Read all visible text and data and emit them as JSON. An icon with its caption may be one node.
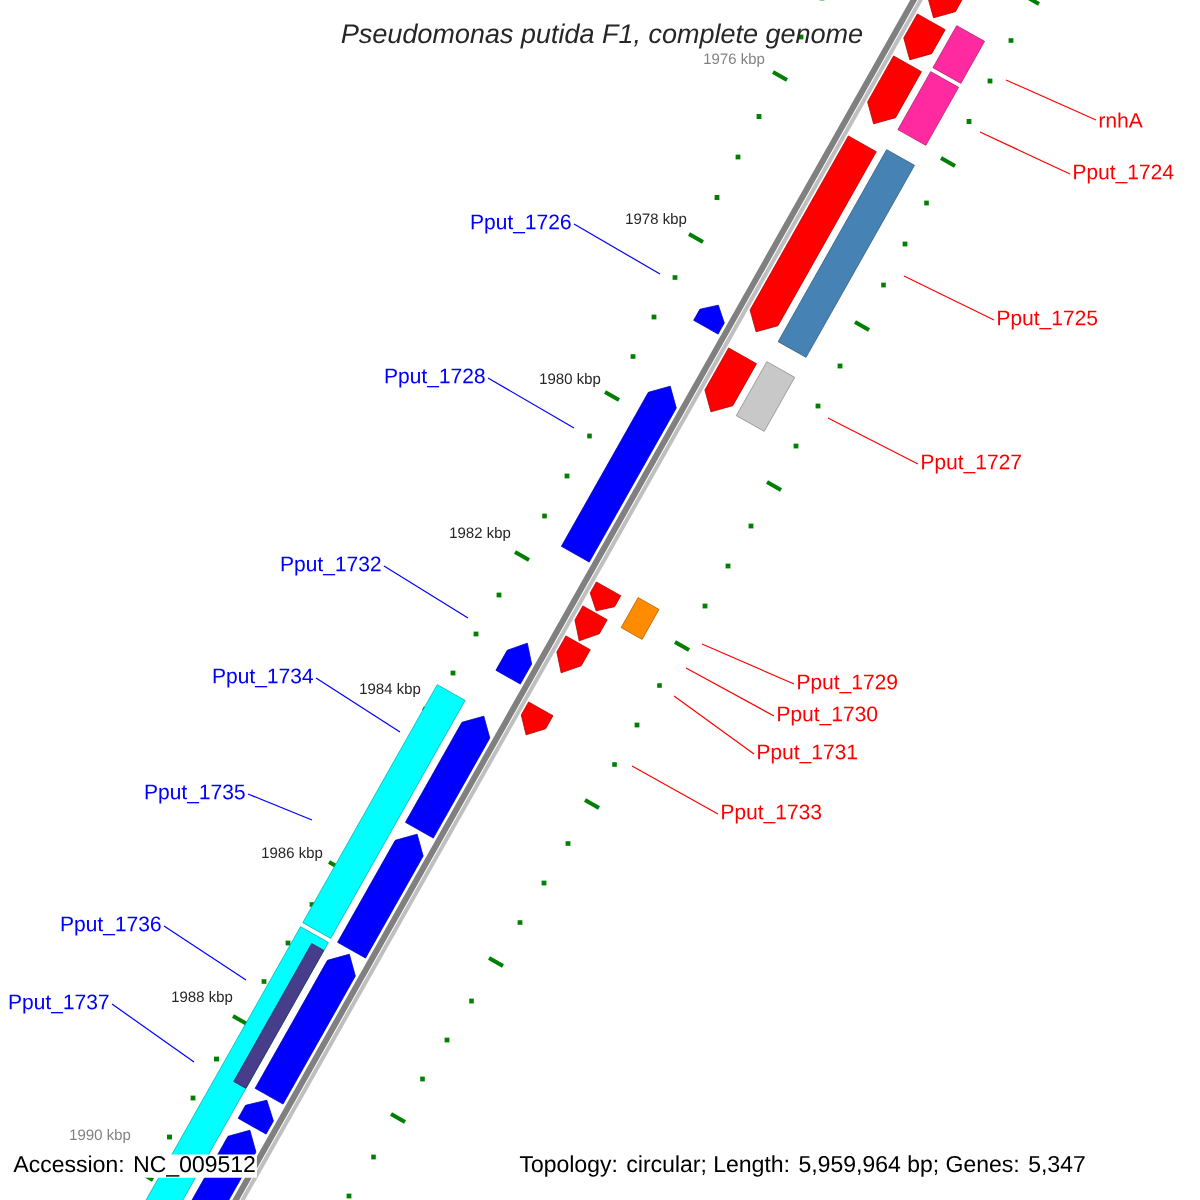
{
  "diagram": {
    "title": "Pseudomonas putida F1, complete genome",
    "nodes": [
      {
        "text": [
          "rnhA"
        ]
      },
      {
        "text": [
          "Pput_1724"
        ]
      },
      {
        "text": [
          "Pput_1726"
        ]
      },
      {
        "text": [
          "Pput_1725"
        ]
      },
      {
        "text": [
          "Pput_1728"
        ]
      },
      {
        "text": [
          "Pput_1727"
        ]
      },
      {
        "text": [
          "Pput_1732"
        ]
      },
      {
        "text": [
          "Pput_1734"
        ]
      },
      {
        "text": [
          "Pput_1729"
        ]
      },
      {
        "text": [
          "Pput_1730"
        ]
      },
      {
        "text": [
          "Pput_1731"
        ]
      },
      {
        "text": [
          "Pput_1735"
        ]
      },
      {
        "text": [
          "Pput_1733"
        ]
      },
      {
        "text": [
          "Pput_1736"
        ]
      },
      {
        "text": [
          "Pput_1737"
        ]
      }
    ],
    "edges": [
      {
        "from": 0,
        "to": null,
        "arrow": "none"
      },
      {
        "from": 1,
        "to": null,
        "arrow": "none"
      },
      {
        "from": 2,
        "to": null,
        "arrow": "none",
        "color": "#0000ff"
      },
      {
        "from": 3,
        "to": null,
        "arrow": "none"
      },
      {
        "from": 4,
        "to": null,
        "arrow": "none",
        "color": "#0000ff"
      },
      {
        "from": 5,
        "to": null,
        "arrow": "none"
      },
      {
        "from": 6,
        "to": null,
        "arrow": "none",
        "color": "#0000ff"
      },
      {
        "from": 7,
        "to": null,
        "arrow": "none",
        "color": "#0000ff"
      },
      {
        "from": 8,
        "to": null,
        "arrow": "none"
      },
      {
        "from": 9,
        "to": null,
        "arrow": "none"
      },
      {
        "from": 10,
        "to": null,
        "arrow": "none"
      },
      {
        "from": 11,
        "to": null,
        "arrow": "none",
        "color": "#0000ff"
      },
      {
        "from": 12,
        "to": null,
        "arrow": "none"
      },
      {
        "from": 13,
        "to": null,
        "arrow": "none",
        "color": "#0000ff"
      },
      {
        "from": 14,
        "to": null,
        "arrow": "none",
        "color": "#0000ff"
      }
    ],
    "labels": [
      "1976 kbp",
      "1978 kbp",
      "1980 kbp",
      "1982 kbp",
      "1984 kbp",
      "1986 kbp",
      "1988 kbp",
      "1990 kbp",
      "Accession: NC_009512",
      "Topology: circular; Length: 5,959,964 bp; Genes: 5,347"
    ]
  }
}
